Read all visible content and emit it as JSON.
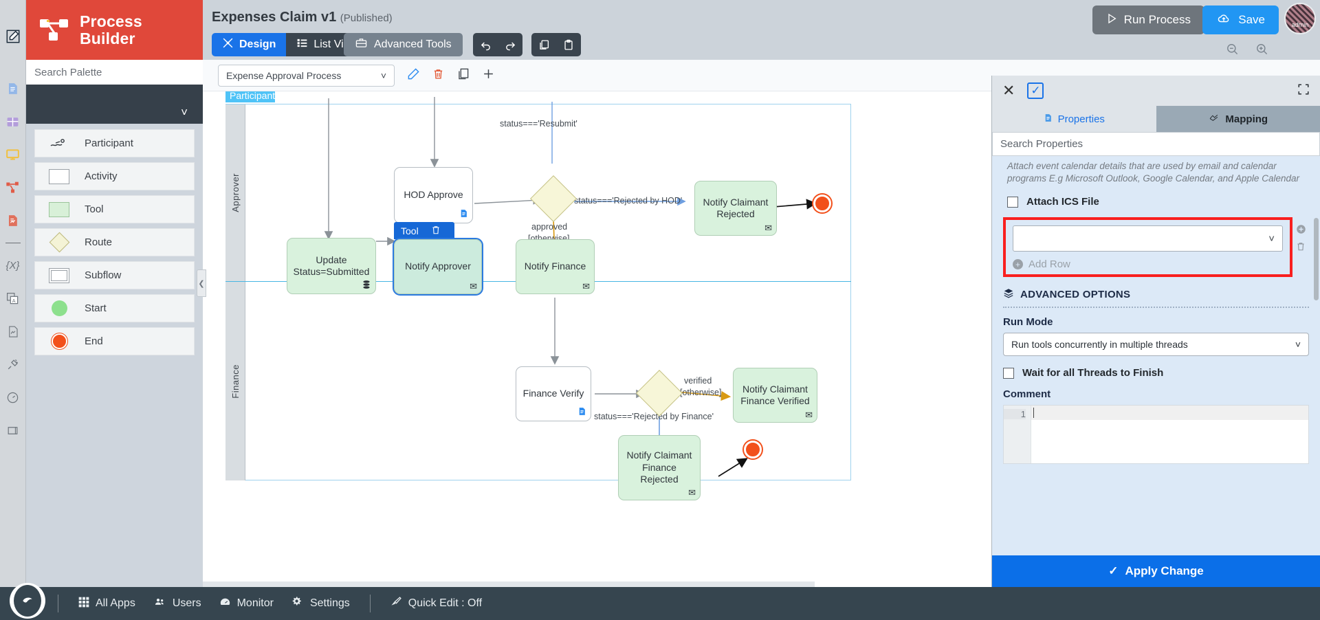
{
  "brand": {
    "title_line1": "Process",
    "title_line2": "Builder",
    "logo_icon": "process-logo-icon",
    "edit_icon": "edit-square-icon"
  },
  "icon_rail": [
    {
      "name": "document-icon",
      "glyph": "Ὄ4"
    },
    {
      "name": "table-icon",
      "glyph": ""
    },
    {
      "name": "monitor-icon",
      "glyph": ""
    },
    {
      "name": "process-icon",
      "glyph": ""
    },
    {
      "name": "report-icon",
      "glyph": ""
    },
    {
      "name": "variable-icon",
      "glyph": "{X}"
    },
    {
      "name": "translation-icon",
      "glyph": ""
    },
    {
      "name": "image-doc-icon",
      "glyph": ""
    },
    {
      "name": "plugin-icon",
      "glyph": ""
    },
    {
      "name": "gauge-icon",
      "glyph": ""
    },
    {
      "name": "scroll-icon",
      "glyph": ""
    }
  ],
  "palette": {
    "search_placeholder": "Search Palette",
    "group_collapse_icon": "chevron-down-icon",
    "items": [
      {
        "label": "Participant",
        "shape": "swimlane"
      },
      {
        "label": "Activity",
        "shape": "rect"
      },
      {
        "label": "Tool",
        "shape": "tool"
      },
      {
        "label": "Route",
        "shape": "diamond"
      },
      {
        "label": "Subflow",
        "shape": "subflow"
      },
      {
        "label": "Start",
        "shape": "start"
      },
      {
        "label": "End",
        "shape": "end"
      }
    ]
  },
  "header": {
    "doc_title": "Expenses Claim v1",
    "doc_state": "(Published)",
    "tabs": [
      {
        "label": "Design",
        "icon": "design-icon",
        "active": true
      },
      {
        "label": "List View",
        "icon": "list-icon",
        "active": false
      }
    ],
    "advanced_tools": {
      "label": "Advanced Tools",
      "icon": "toolbox-icon"
    },
    "undo": {
      "name": "undo-icon",
      "glyph": "↶"
    },
    "redo": {
      "name": "redo-icon",
      "glyph": "↷"
    },
    "copy": {
      "name": "copy-icon",
      "glyph": "❐"
    },
    "paste": {
      "name": "paste-icon",
      "glyph": "ὌB"
    },
    "run_process": {
      "label": "Run Process",
      "icon": "play-icon"
    },
    "save": {
      "label": "Save",
      "icon": "cloud-upload-icon"
    },
    "avatar_label": "admin",
    "zoom_out_icon": "zoom-out-icon",
    "zoom_in_icon": "zoom-in-icon",
    "accent_blue": "#1a73e8",
    "brand_red": "#e0483a"
  },
  "process_bar": {
    "selected_process": "Expense Approval Process",
    "edit_icon": "pencil-icon",
    "delete_icon": "trash-icon",
    "duplicate_icon": "duplicate-icon",
    "add_icon": "plus-icon"
  },
  "diagram": {
    "participant_label": "Participant",
    "lanes": [
      {
        "label": "Approver"
      },
      {
        "label": "Finance"
      }
    ],
    "nodes": [
      {
        "id": "hod-approve",
        "label": "HOD Approve",
        "type": "task",
        "badge": "document-badge-icon"
      },
      {
        "id": "update-status",
        "label": "Update\nStatus=Submitted",
        "type": "tool",
        "badge": "database-badge-icon"
      },
      {
        "id": "notify-approver",
        "label": "Notify Approver",
        "type": "tool",
        "badge": "mail-badge-icon",
        "selected": true,
        "sel_header": "Tool",
        "sel_delete_icon": "trash-icon"
      },
      {
        "id": "notify-finance",
        "label": "Notify Finance",
        "type": "tool",
        "badge": "mail-badge-icon"
      },
      {
        "id": "notify-claimant-rejected",
        "label": "Notify Claimant\nRejected",
        "type": "tool",
        "badge": "mail-badge-icon"
      },
      {
        "id": "finance-verify",
        "label": "Finance Verify",
        "type": "task",
        "badge": "document-badge-icon"
      },
      {
        "id": "notify-claimant-finance-verified",
        "label": "Notify Claimant\nFinance Verified",
        "type": "tool",
        "badge": "mail-badge-icon"
      },
      {
        "id": "notify-claimant-finance-rejected",
        "label": "Notify Claimant\nFinance\nRejected",
        "type": "tool",
        "badge": "mail-badge-icon"
      }
    ],
    "edge_labels": [
      {
        "id": "resubmit",
        "text": "status==='Resubmit'"
      },
      {
        "id": "rejected-hod",
        "text": "status==='Rejected by HOD'"
      },
      {
        "id": "approved",
        "text": "approved"
      },
      {
        "id": "approved-otherwise",
        "text": "[otherwise]"
      },
      {
        "id": "verified",
        "text": "verified"
      },
      {
        "id": "verified-otherwise",
        "text": "[otherwise]"
      },
      {
        "id": "rejected-finance",
        "text": "status==='Rejected by Finance'"
      }
    ]
  },
  "right_panel": {
    "close_icon": "close-icon",
    "select_icon": "checkbox-checked-icon",
    "expand_icon": "expand-fullscreen-icon",
    "tabs": [
      {
        "label": "Properties",
        "icon": "document-icon",
        "active": false
      },
      {
        "label": "Mapping",
        "icon": "mapping-icon",
        "active": true
      }
    ],
    "search_placeholder": "Search Properties",
    "property_note": "Attach event calendar details that are used by email and calendar programs E.g Microsoft Outlook, Google Calendar, and Apple Calendar",
    "attach_ics": {
      "label": "Attach ICS File",
      "checked": false
    },
    "mapping_row": {
      "value": "",
      "add_row_label": "Add Row",
      "add_icon": "plus-circle-icon",
      "delete_icon": "trash-icon",
      "highlight_color": "#f91f1f"
    },
    "advanced_options": {
      "title": "ADVANCED OPTIONS",
      "icon": "layers-icon",
      "run_mode_label": "Run Mode",
      "run_mode_value": "Run tools concurrently in multiple threads",
      "wait_threads": {
        "label": "Wait for all Threads to Finish",
        "checked": false
      },
      "comment_label": "Comment",
      "comment_line_number": "1",
      "comment_value": ""
    },
    "apply_button": {
      "label": "Apply Change",
      "icon": "check-icon"
    }
  },
  "taskbar": {
    "logo_icon": "app-logo-icon",
    "items": [
      {
        "label": "All Apps",
        "icon": "grid-icon"
      },
      {
        "label": "Users",
        "icon": "users-icon"
      },
      {
        "label": "Monitor",
        "icon": "monitor-icon"
      },
      {
        "label": "Settings",
        "icon": "gear-icon"
      },
      {
        "label": "Quick Edit : Off",
        "icon": "brush-icon"
      }
    ]
  }
}
